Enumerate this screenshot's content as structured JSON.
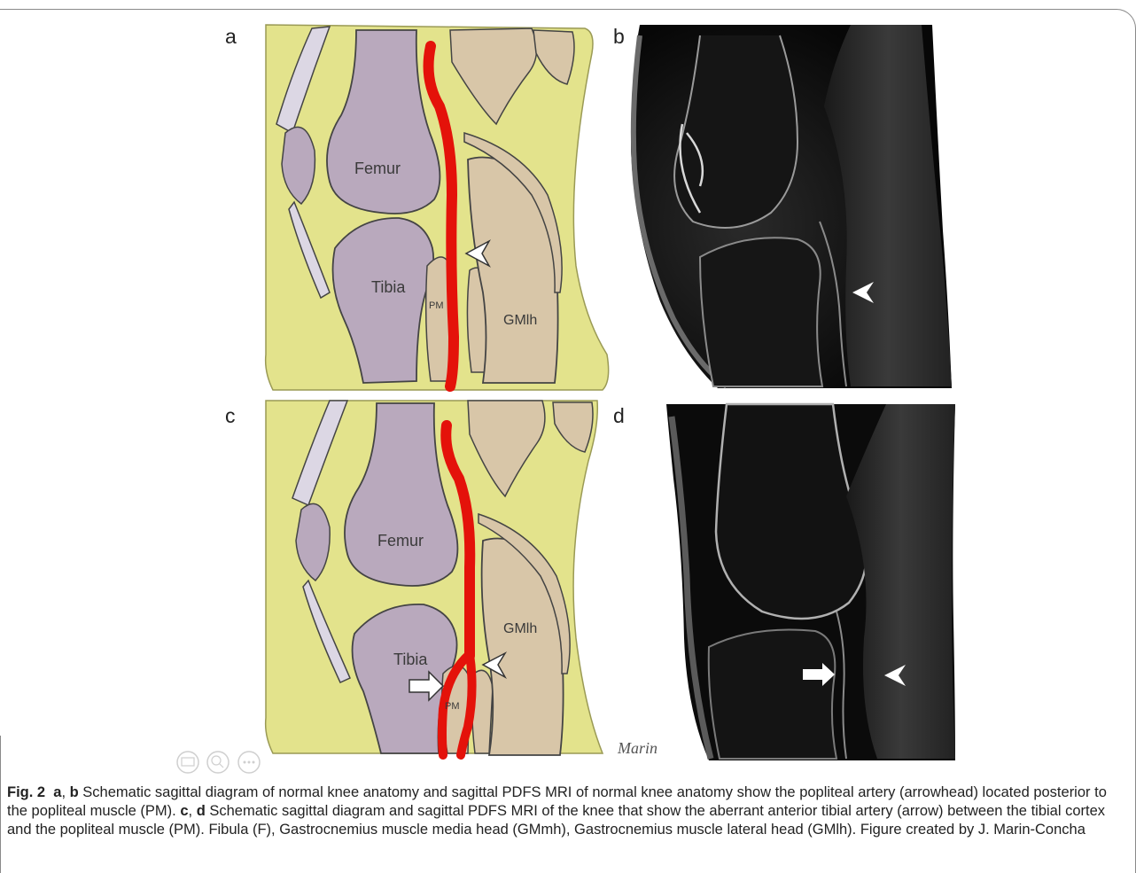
{
  "panels": {
    "a": "a",
    "b": "b",
    "c": "c",
    "d": "d"
  },
  "diagram_labels": {
    "femur": "Femur",
    "tibia": "Tibia",
    "pm": "PM",
    "gmlh": "GMlh"
  },
  "signature": "Marin",
  "caption": {
    "fig_label": "Fig. 2",
    "a": "a",
    "sep1": ", ",
    "b": "b",
    "text1": " Schematic sagittal diagram of normal knee anatomy and sagittal PDFS MRI of normal knee anatomy show the popliteal artery (arrowhead) located posterior to the popliteal muscle (PM). ",
    "c": "c",
    "sep2": ", ",
    "d": "d",
    "text2": " Schematic sagittal diagram and sagittal PDFS MRI of the knee that show the aberrant anterior tibial artery (arrow) between the tibial cortex and the popliteal muscle (PM). Fibula (F), Gastrocnemius muscle media head (GMmh), Gastrocnemius muscle lateral head (GMlh). Figure created by J. Marin-Concha"
  },
  "colors": {
    "skin": "#e3e38c",
    "bone": "#b9a9bd",
    "muscle": "#d8c6a8",
    "artery": "#e4120a",
    "mri_bg": "#0c0c0c"
  },
  "icons": [
    "print-icon",
    "zoom-icon",
    "more-icon"
  ]
}
